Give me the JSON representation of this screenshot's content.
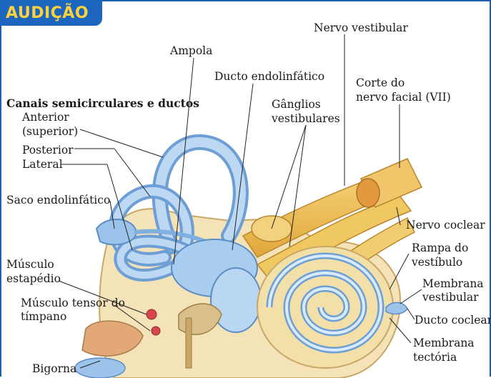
{
  "title": "AUDIÇÃO",
  "labels": {
    "nervo_vestibular": "Nervo vestibular",
    "ampola": "Ampola",
    "ducto_endolinfatico": "Ducto endolinfático",
    "corte_nervo_facial_1": "Corte do",
    "corte_nervo_facial_2": "nervo facial (VII)",
    "canais_heading": "Canais semicirculares e ductos",
    "ganglios_1": "Gânglios",
    "ganglios_2": "vestibulares",
    "anterior_1": "Anterior",
    "anterior_2": "(superior)",
    "posterior": "Posterior",
    "lateral": "Lateral",
    "saco_endolinfatico": "Saco endolinfático",
    "nervo_coclear": "Nervo coclear",
    "rampa_vestibulo_1": "Rampa do",
    "rampa_vestibulo_2": "vestíbulo",
    "musculo_estapedio_1": "Músculo",
    "musculo_estapedio_2": "estapédio",
    "membrana_vestibular_1": "Membrana",
    "membrana_vestibular_2": "vestibular",
    "musculo_tensor_1": "Músculo tensor do",
    "musculo_tensor_2": "tímpano",
    "ducto_coclear": "Ducto coclear",
    "membrana_tectoria_1": "Membrana",
    "membrana_tectoria_2": "tectória",
    "bigorna": "Bigorna"
  },
  "colors": {
    "title_bg": "#1c66c0",
    "title_text": "#ffd23a",
    "canal_blue": "#9cc3ea",
    "bone_tan": "#e8c88a",
    "nerve_yellow": "#f2c14e",
    "muscle_red": "#d8454a"
  }
}
